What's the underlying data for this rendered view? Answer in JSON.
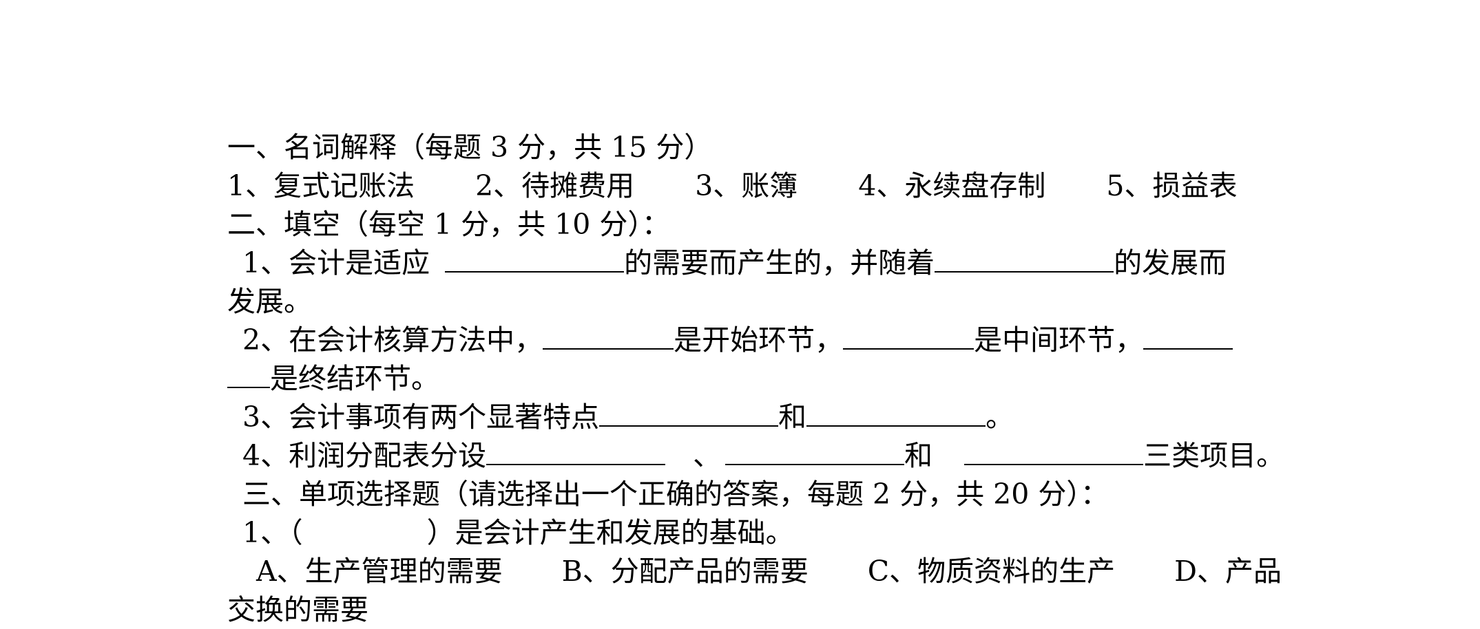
{
  "section1": {
    "heading": "一、名词解释（每题 3 分，共 15 分）",
    "terms": [
      "1、复式记账法",
      "2、待摊费用",
      "3、账簿",
      "4、永续盘存制",
      "5、损益表"
    ]
  },
  "section2": {
    "heading": "二、填空（每空 1 分，共 10 分）：",
    "q1_a": "1、会计是适应",
    "q1_b": "的需要而产生的，并随着",
    "q1_c": "的发展而",
    "q1_d": "发展。",
    "q2_a": "2、在会计核算方法中，",
    "q2_b": "是开始环节，",
    "q2_c": "是中间环节，",
    "q2_d": "是终结环节。",
    "q3_a": "3、会计事项有两个显著特点",
    "q3_b": "和",
    "q3_c": "。",
    "q4_a": "4、利润分配表分设",
    "q4_b": "、",
    "q4_c": "和",
    "q4_d": "三类项目。"
  },
  "section3": {
    "heading": "三、单项选择题（请选择出一个正确的答案，每题 2 分，共 20 分）：",
    "q1_num": "1、（",
    "q1_close": "）是会计产生和发展的基础。",
    "options": [
      "A、生产管理的需要",
      "B、分配产品的需要",
      "C、物质资料的生产",
      "D、产品"
    ],
    "option_tail": "交换的需要"
  }
}
